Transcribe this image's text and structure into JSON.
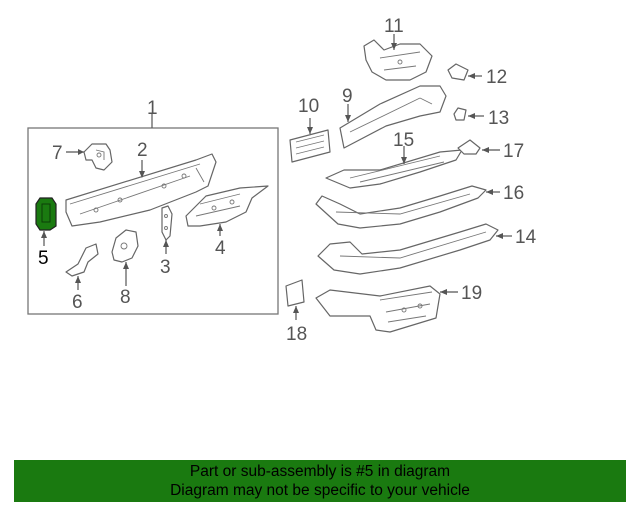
{
  "diagram": {
    "callouts": {
      "c1": "1",
      "c2": "2",
      "c3": "3",
      "c4": "4",
      "c5": "5",
      "c6": "6",
      "c7": "7",
      "c8": "8",
      "c9": "9",
      "c10": "10",
      "c11": "11",
      "c12": "12",
      "c13": "13",
      "c14": "14",
      "c15": "15",
      "c16": "16",
      "c17": "17",
      "c18": "18",
      "c19": "19"
    },
    "highlight_part": "5",
    "highlight_color": "#1a7a10",
    "line_color": "#666666"
  },
  "banner": {
    "line1": "Part or sub-assembly is #5 in diagram",
    "line2": "Diagram may not be specific to your vehicle",
    "background": "#1a7a10"
  }
}
